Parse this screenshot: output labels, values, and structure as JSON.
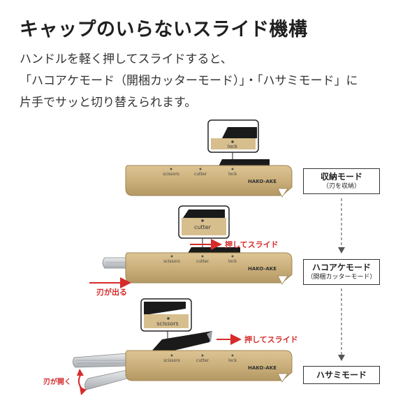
{
  "title": "キャップのいらないスライド機構",
  "description": [
    "ハンドルを軽く押してスライドすると、",
    "「ハコアケモード（開梱カッターモード）」・「ハサミモード」に",
    "片手でサッと切り替えられます。"
  ],
  "modes": [
    {
      "label": "収納モード",
      "sub": "（刃を収納）"
    },
    {
      "label": "ハコアケモード",
      "sub": "（開梱カッターモード）"
    },
    {
      "label": "ハサミモード",
      "sub": ""
    }
  ],
  "tool": {
    "brand": "HAKO-AKE",
    "positions": [
      "scissors",
      "cutter",
      "lock"
    ]
  },
  "zoom_labels": [
    "lock",
    "cutter",
    "scissors"
  ],
  "annotations": {
    "push_slide": "押してスライド",
    "blade_out": "刃が出る",
    "blade_open": "刃が開く"
  },
  "colors": {
    "body": "#cbb07c",
    "body_dark": "#a88e5c",
    "slider": "#1a1a1a",
    "accent": "#d62b2b",
    "blade": "#c9ccd0"
  }
}
